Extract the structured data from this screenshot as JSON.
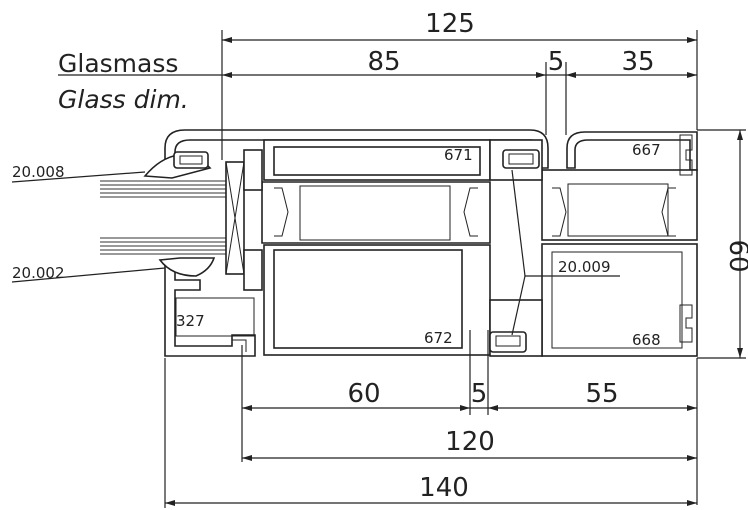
{
  "labels": {
    "glass_dim_de": "Glasmass",
    "glass_dim_en": "Glass dim."
  },
  "dimensions": {
    "top_total": "125",
    "top_glass": "85",
    "top_gap": "5",
    "top_right": "35",
    "height": "60",
    "bottom_left": "60",
    "bottom_gap": "5",
    "bottom_right": "55",
    "bottom_mid_total": "120",
    "bottom_total": "140"
  },
  "references": {
    "gasket_top": "20.008",
    "gasket_bottom": "20.002",
    "gasket_sash": "20.009"
  },
  "profiles": {
    "p671": "671",
    "p667": "667",
    "p672": "672",
    "p668": "668",
    "p327": "327"
  }
}
